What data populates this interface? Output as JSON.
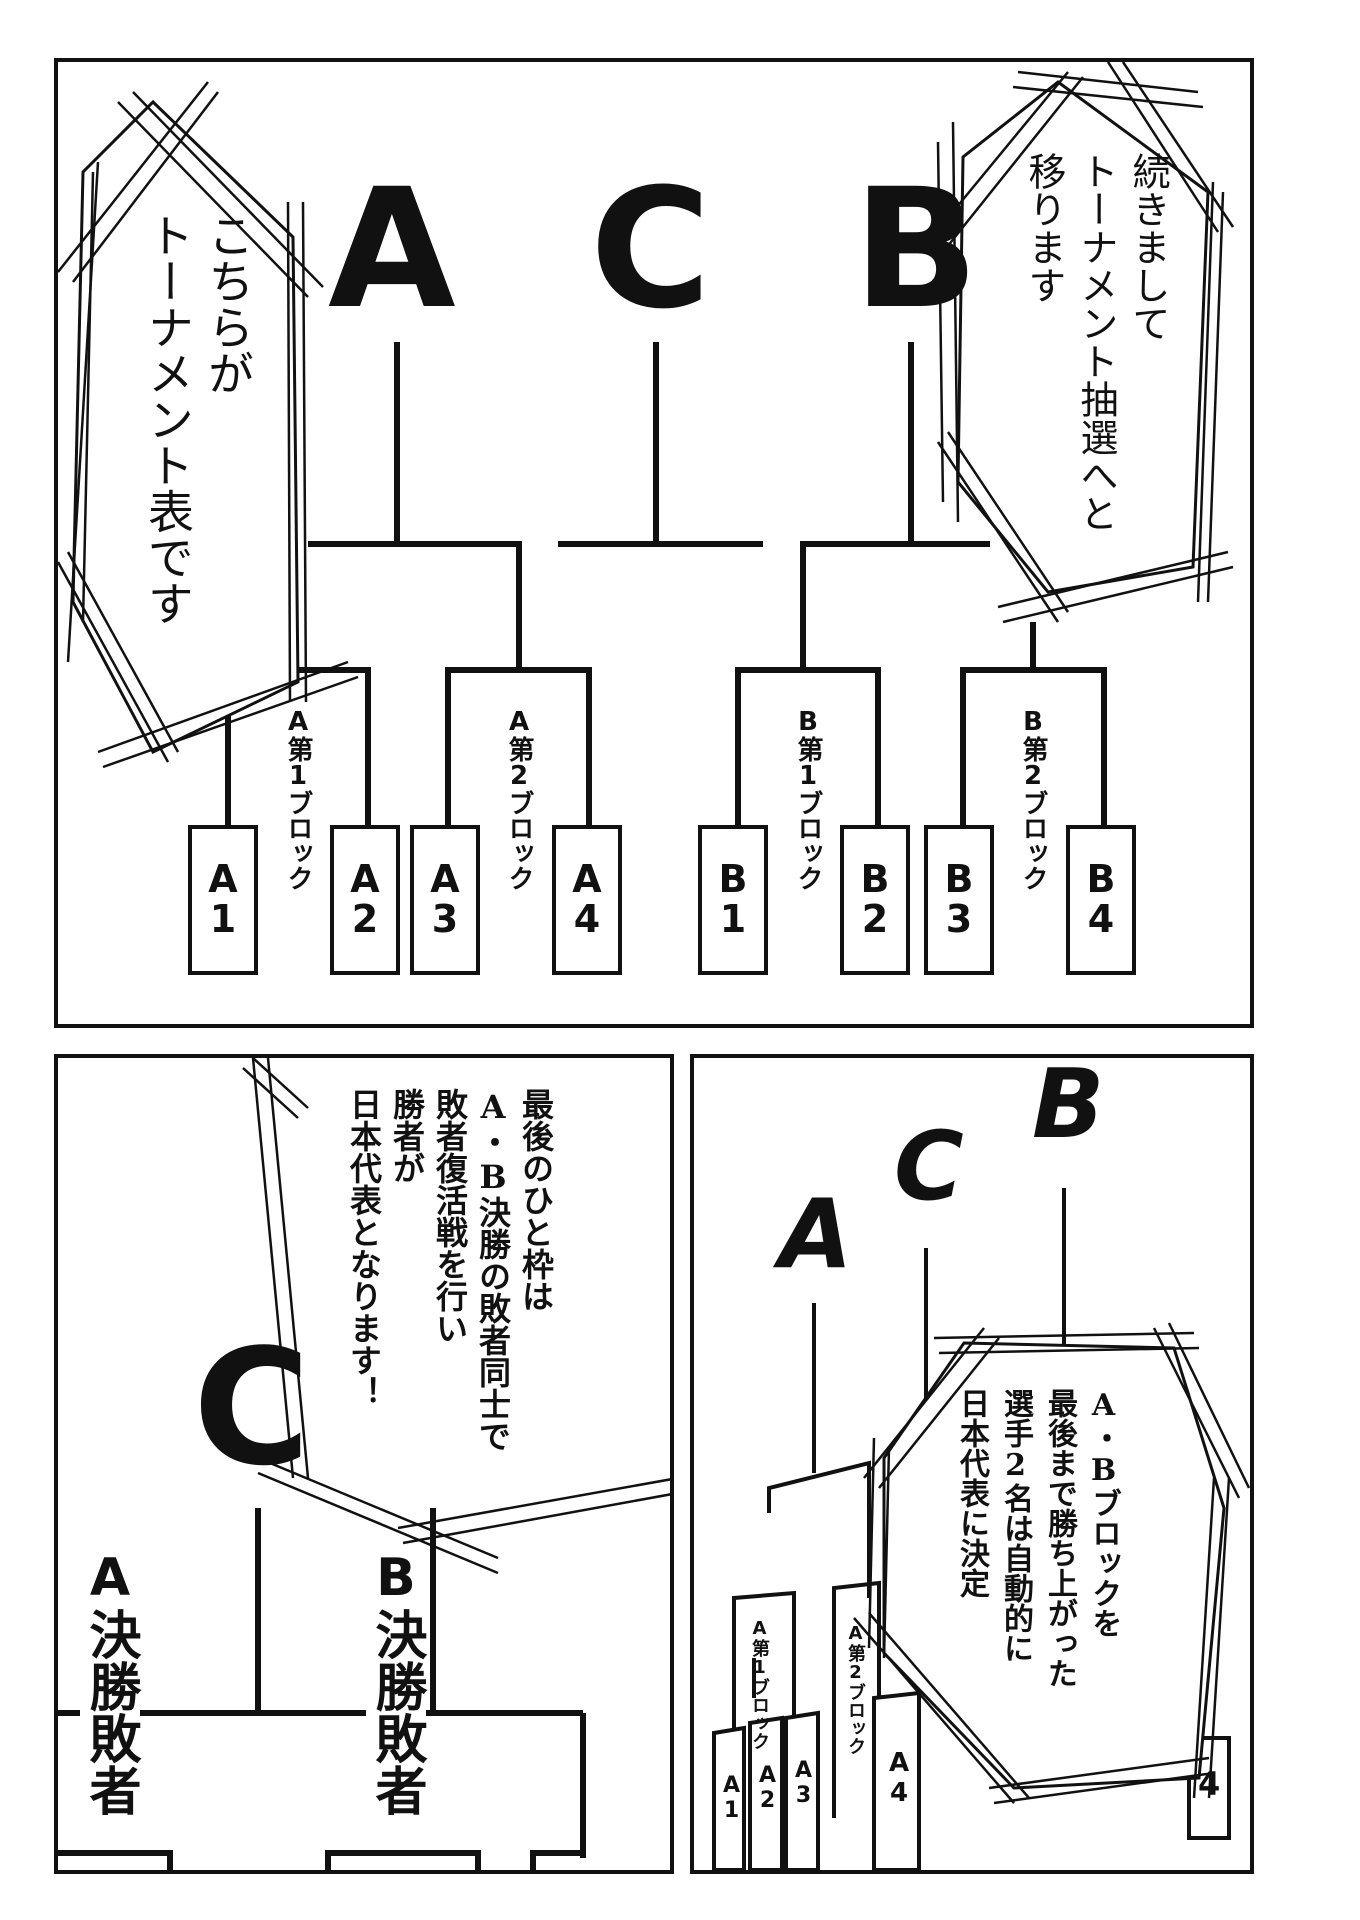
{
  "panel1": {
    "bracket_letters": [
      "A",
      "C",
      "B"
    ],
    "left_caption_lines": [
      "こちらが",
      "トーナメント表です"
    ],
    "right_caption_lines": [
      "続きまして",
      "トーナメント抽選へと",
      "移ります"
    ],
    "slots": [
      [
        "A",
        "1"
      ],
      [
        "A",
        "2"
      ],
      [
        "A",
        "3"
      ],
      [
        "A",
        "4"
      ],
      [
        "B",
        "1"
      ],
      [
        "B",
        "2"
      ],
      [
        "B",
        "3"
      ],
      [
        "B",
        "4"
      ]
    ],
    "block_labels": [
      "A第1ブロック",
      "A第2ブロック",
      "B第1ブロック",
      "B第2ブロック"
    ]
  },
  "panel2": {
    "letter": "C",
    "caption_lines": [
      "最後のひと枠は",
      "A・B決勝の敗者同士で",
      "敗者復活戦を行い",
      "勝者が",
      "日本代表となります！"
    ],
    "label_a": "A決勝敗者",
    "label_b": "B決勝敗者"
  },
  "panel3": {
    "letters": [
      "A",
      "C",
      "B"
    ],
    "caption_lines": [
      "A・Bブロックを",
      "最後まで勝ち上がった",
      "選手2名は自動的に",
      "日本代表に決定"
    ],
    "block_labels": [
      "A第1ブロック",
      "A第2ブロック"
    ],
    "slots": [
      "A1",
      "A2",
      "A3",
      "A4"
    ],
    "right_slot": "4"
  }
}
